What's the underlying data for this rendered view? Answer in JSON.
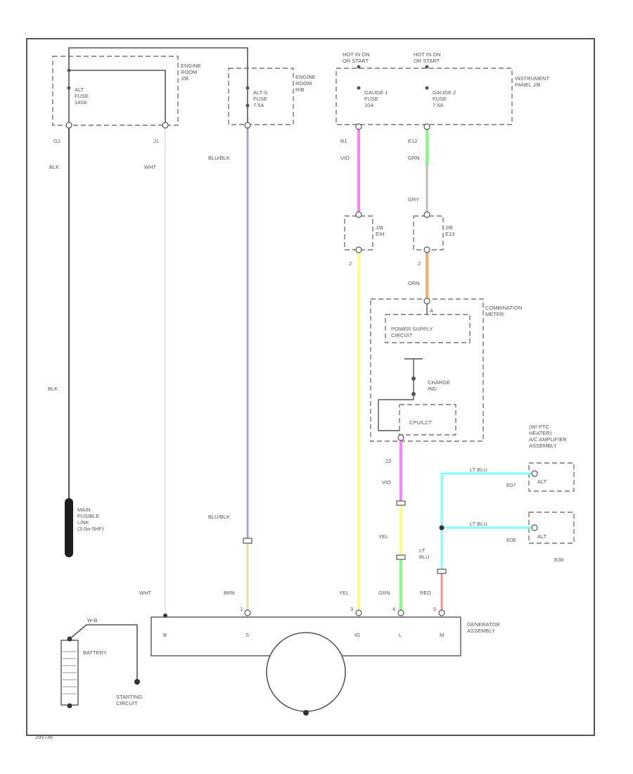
{
  "colors": {
    "black": "#555555",
    "white": "#e6e6e6",
    "blue_black": "#a7a3e2",
    "pink": "#ff80ff",
    "yellow": "#ffff80",
    "green": "#80ff80",
    "orange": "#ffaa66",
    "light_blue": "#7fffff",
    "red": "#ff8f8f",
    "brown": "#f3d7a6",
    "gray": "#bdbdbd"
  },
  "labels": {
    "engine_room_jb": "ENGINE\nROOM\nJ/B",
    "engine_room_rb": "ENGINE\nROOM\nR/B",
    "alt_fuse": "ALT\nFUSE\n140A",
    "alts_fuse": "ALT-S\nFUSE\n7.5A",
    "hot_in_on_1": "HOT IN ON\nOR START",
    "hot_in_on_2": "HOT IN ON\nOR START",
    "gauge1_fuse": "GAUGE 1\nFUSE\n10A",
    "gauge2_fuse": "GAUGE 2\nFUSE\n7.5A",
    "instrument_panel_jb": "INSTRUMENT\nPANEL J/B",
    "jb_left": "J/B\nEIH",
    "jb_right": "J/B\nE13",
    "combination_meter": "COMBINATION\nMETER",
    "power_supply_circuit": "POWER SUPPLY\nCIRCUIT",
    "charge_ind": "CHARGE\nIND",
    "cpu": "CPU/LCT",
    "ptc_heater": "(W/ PTC\nHEATER)\nA/C AMPLIFIER\nASSEMBLY",
    "main_fusible_link": "MAIN\nFUSIBLE\nLINK\n(3.0w-5HF)",
    "battery": "BATTERY",
    "starting_circuit": "STARTING\nCIRCUIT",
    "generator_assembly": "GENERATOR\nASSEMBLY",
    "con": "E36",
    "diagram_id": "295736"
  },
  "wire_labels": {
    "blk_upper": "BLK",
    "blk_lower": "BLK",
    "wht_upper": "WHT",
    "wht_lower": "WHT",
    "blu_blk_upper": "BLU/BLK",
    "blu_blk_lower": "BLU/BLK",
    "brn": "BRN",
    "vio_upper": "VIO",
    "vio_lower": "VIO",
    "yel_left": "YEL",
    "yel_right": "YEL",
    "grn_upper": "GRN",
    "gry": "GRY",
    "orn": "ORN",
    "grn_lower": "GRN",
    "lt_blu_1": "LT BLU",
    "lt_blu_2": "LT BLU",
    "lt_blu_vertical": "LT\nBLU",
    "red": "RED",
    "w_b": "W-B"
  },
  "pins": {
    "p_g1": "G1",
    "p_j1": "J1",
    "p_r1": "R1",
    "p_e12": "E12",
    "p_2a": "2",
    "p_2b": "2",
    "p_a": "A",
    "p_a22": "22",
    "p_e07": "E07",
    "p_e08": "E08",
    "p_alt_1": "ALT",
    "p_alt_2": "ALT",
    "p_b": "B",
    "p_s": "S",
    "p_ig": "IG",
    "p_l": "L",
    "p_m": "M",
    "p_1": "1",
    "p_3": "3",
    "p_4": "4",
    "p_5": "5",
    "p_gen_b": "B",
    "p_gen_s": "S",
    "p_gen_ig": "IG",
    "p_gen_l": "L",
    "p_gen_m": "M"
  }
}
